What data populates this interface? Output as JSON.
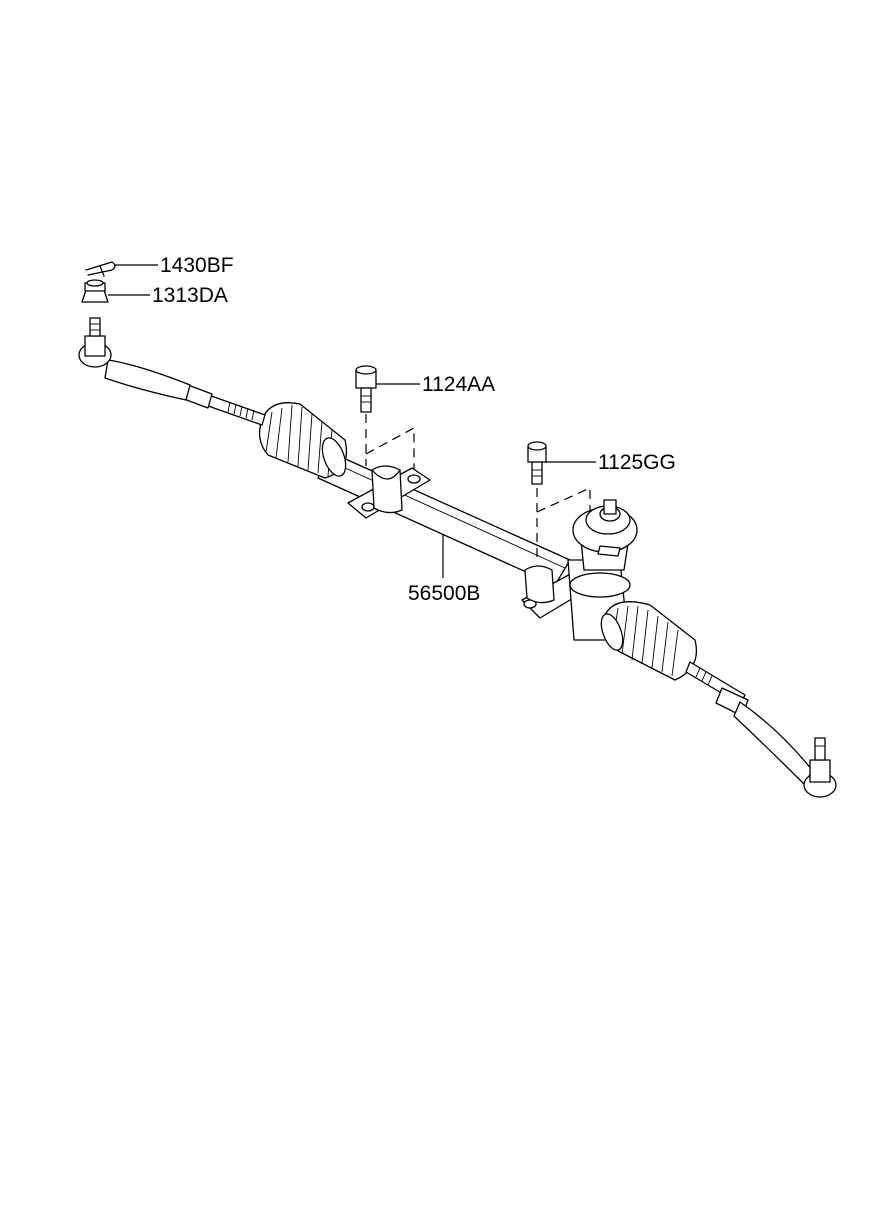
{
  "diagram": {
    "parts": [
      {
        "id": "cotter-pin",
        "label": "1430BF",
        "icon": "cotter-pin-icon"
      },
      {
        "id": "castle-nut",
        "label": "1313DA",
        "icon": "castle-nut-icon"
      },
      {
        "id": "bolt-left",
        "label": "1124AA",
        "icon": "bolt-icon"
      },
      {
        "id": "bolt-right",
        "label": "1125GG",
        "icon": "bolt-icon"
      },
      {
        "id": "gear-assembly",
        "label": "56500B",
        "icon": "steering-rack-icon"
      }
    ]
  }
}
